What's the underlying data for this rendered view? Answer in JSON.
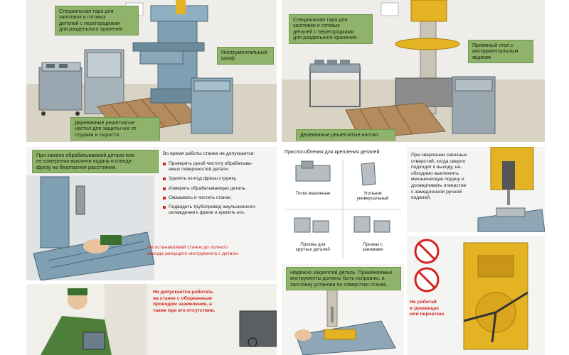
{
  "colors": {
    "label_green": "#8fb36b",
    "machine_blue": "#7f9fb3",
    "machine_yellow": "#e4b323",
    "warning_red": "#d2231f",
    "floor": "#d9d3c4",
    "grate": "#b38b5e"
  },
  "top_left": {
    "label_tara": "Специальная тара для\nзаготовок и готовых\nдеталей с перегородками\nдля раздельного хранения",
    "label_cabinet": "Инструментальный\nшкаф",
    "label_grate": "Деревянные решетчатые\nнастил для защиты ног от\nстружки и сырости"
  },
  "top_right": {
    "label_tara": "Специальная тара для\nзаготовки и готовых\nдеталей с перегородками\nдля раздельного хранения",
    "label_table": "Приемный стол с\nинструментальным\nящиком",
    "label_grate": "Деревянные решетчатые настил"
  },
  "mid_left": {
    "label": "При замене обрабатываемой детали или\nее измерении выключи подачу и отведи\nфрезу на безопасное расстояние.",
    "intro": "Во время работы станка не допускается:",
    "bullets": [
      "Проверять рукой чистоту обрабатыва-\nемых поверхностей детали.",
      "Удалять из-под фрезы стружку.",
      "Измерять обрабатываемую деталь.",
      "Смазывать и чистить станок.",
      "Подводить трубопровод эмульсионного\nохлаждения к фрезе и крепить его."
    ],
    "warning": "Не останавливай станок до полного\nвыхода режущего инструмента с детали."
  },
  "mid_center": {
    "title": "Приспособления для крепления деталей",
    "items": [
      "Тиски машинные",
      "Угольник\nуниверсальный",
      "Призмы для\nкруглых деталей",
      "Призмы с\nзажимами"
    ]
  },
  "mid_right": {
    "text": "При сверлении сквозных\nотверстий, когда сверло\nподходит к выходу, не-\nобходимо выключить\nмеханическую подачу и\nдосверливать отверстие\nс замедленной ручной\nподачей."
  },
  "bottom_left": {
    "text": "Не допускается работать\nна станке с оборванным\nпроводом заземления, а\nтакже при его отсутствии."
  },
  "bottom_center": {
    "label": "Надежно закрепляй деталь. Применяемые\nинструменты должны быть исправны, а\nзаготовку установи по отверстию станка."
  },
  "bottom_right": {
    "warning": "Не работай\nв рукавицах\nили перчатках."
  }
}
